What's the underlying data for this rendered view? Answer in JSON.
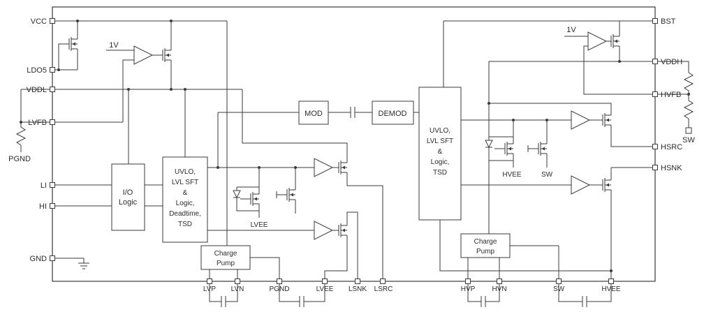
{
  "diagram": {
    "type": "ic-functional-block-diagram",
    "pins": {
      "left": [
        "VCC",
        "LDO5",
        "VDDL",
        "LVFB",
        "LI",
        "HI",
        "GND"
      ],
      "right": [
        "BST",
        "VDDH",
        "HVFB",
        "HSRC",
        "HSNK"
      ],
      "bottom": [
        "LVP",
        "LVN",
        "PGND",
        "LVEE",
        "LSNK",
        "LSRC",
        "HVP",
        "HVN",
        "SW",
        "HVEE"
      ]
    },
    "external_labels": {
      "pgnd": "PGND",
      "sw": "SW"
    },
    "net_labels": {
      "lvee": "LVEE",
      "hvee": "HVEE",
      "sw": "SW"
    },
    "references": {
      "left_1v": "1V",
      "right_1v": "1V"
    },
    "blocks": {
      "io_logic": {
        "line1": "I/O",
        "line2": "Logic"
      },
      "uvlo_left": {
        "line1": "UVLO,",
        "line2": "LVL SFT",
        "line3": "&",
        "line4": "Logic,",
        "line5": "Deadtime,",
        "line6": "TSD"
      },
      "uvlo_right": {
        "line1": "UVLO,",
        "line2": "LVL SFT",
        "line3": "&",
        "line4": "Logic,",
        "line5": "TSD"
      },
      "mod": {
        "label": "MOD"
      },
      "demod": {
        "label": "DEMOD"
      },
      "charge_pump_left": {
        "line1": "Charge",
        "line2": "Pump"
      },
      "charge_pump_right": {
        "line1": "Charge",
        "line2": "Pump"
      }
    },
    "colors": {
      "line": "#3a3a3a",
      "text": "#2b2b2b",
      "background": "#ffffff"
    }
  }
}
